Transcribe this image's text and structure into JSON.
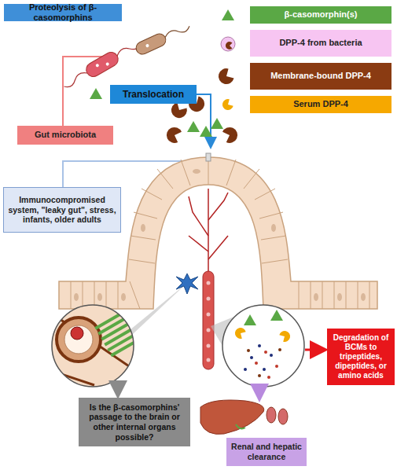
{
  "diagram": {
    "title": "Proteolysis of β-casomorphins",
    "nodes": [
      {
        "text": [
          "Translocation"
        ]
      },
      {
        "text": [
          "Gut microbiota"
        ]
      },
      {
        "text": [
          "Immunocompromised system, \"leaky gut\", stress, infants, older adults"
        ]
      },
      {
        "text": [
          "Degradation of BCMs to tripeptides, dipeptides, or amino acids"
        ]
      },
      {
        "text": [
          "Is the β-casomorphins' passage to the brain or other internal organs possible?"
        ]
      },
      {
        "text": [
          "Renal and hepatic clearance"
        ]
      }
    ],
    "legend": [
      {
        "text": "β-casomorphin(s)"
      },
      {
        "text": "DPP-4 from bacteria"
      },
      {
        "text": "Membrane-bound DPP-4"
      },
      {
        "text": "Serum DPP-4"
      }
    ]
  }
}
